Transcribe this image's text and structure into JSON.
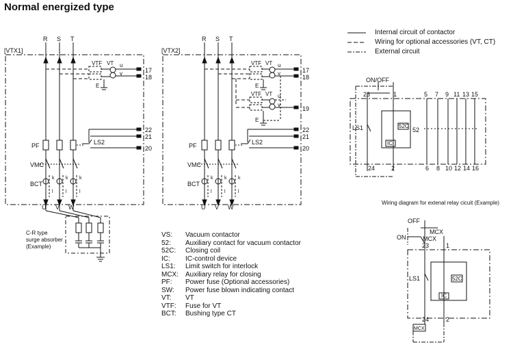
{
  "title": "Normal energized type",
  "legend": {
    "internal": "Internal circuit of contactor",
    "optional": "Wiring for optional accessories (VT, CT)",
    "external": "External circuit"
  },
  "vtx1": {
    "tag": "[VTX1]",
    "phases": [
      "R",
      "S",
      "T"
    ],
    "outputs": [
      "U",
      "V",
      "W"
    ],
    "terminals": [
      "17",
      "18",
      "22",
      "21",
      "20"
    ],
    "labels": {
      "vtf": "VTF",
      "vt": "VT",
      "u": "u",
      "v": "v",
      "e": "E",
      "pf": "PF",
      "ls2": "LS2",
      "vmc": "VMC",
      "bct": "BCT",
      "k": "k",
      "l": "l"
    }
  },
  "vtx2": {
    "tag": "[VTX2]",
    "phases": [
      "R",
      "S",
      "T"
    ],
    "outputs": [
      "U",
      "V",
      "W"
    ],
    "terminals": [
      "17",
      "18",
      "19",
      "22",
      "21",
      "20"
    ],
    "labels": {
      "vtf": "VTF",
      "vt": "VT",
      "u": "u",
      "v": "v",
      "e": "E",
      "pf": "PF",
      "ls2": "LS2",
      "vmc": "VMC",
      "bct": "BCT",
      "k": "k",
      "l": "l"
    }
  },
  "surge": {
    "caption_l1": "C-R type",
    "caption_l2": "surge absorber",
    "caption_l3": "(Example)"
  },
  "control": {
    "onoff": "ON/OFF",
    "top_terminals": [
      "23",
      "1",
      "5",
      "7",
      "9",
      "11",
      "13",
      "15"
    ],
    "bottom_terminals": [
      "24",
      "2",
      "6",
      "8",
      "10",
      "12",
      "14",
      "16"
    ],
    "ls1": "LS1",
    "c52c": "52C",
    "ic": "IC",
    "c52": "52"
  },
  "relay": {
    "caption": "Wiring diagram for extenal relay cicuit (Example)",
    "off": "OFF",
    "on": "ON",
    "mcx": "MCX",
    "t23": "23",
    "t1": "1",
    "t24": "24",
    "t2": "2",
    "ls1": "LS1",
    "c52c": "52C",
    "ic": "IC"
  },
  "abbreviations": [
    {
      "key": "VS:",
      "value": "Vacuum contactor"
    },
    {
      "key": "52:",
      "value": "Auxiliary contact for vacuum contactor"
    },
    {
      "key": "52C:",
      "value": "Closing coil"
    },
    {
      "key": "IC:",
      "value": "IC-control device"
    },
    {
      "key": "LS1:",
      "value": "Limit switch for interlock"
    },
    {
      "key": "MCX:",
      "value": "Auxiliary relay for closing"
    },
    {
      "key": "PF:",
      "value": "Power fuse (Optional accessories)"
    },
    {
      "key": "SW:",
      "value": "Power fuse blown indicating contact"
    },
    {
      "key": "VT:",
      "value": "VT"
    },
    {
      "key": "VTF:",
      "value": "Fuse for VT"
    },
    {
      "key": "BCT:",
      "value": "Bushing type CT"
    }
  ]
}
